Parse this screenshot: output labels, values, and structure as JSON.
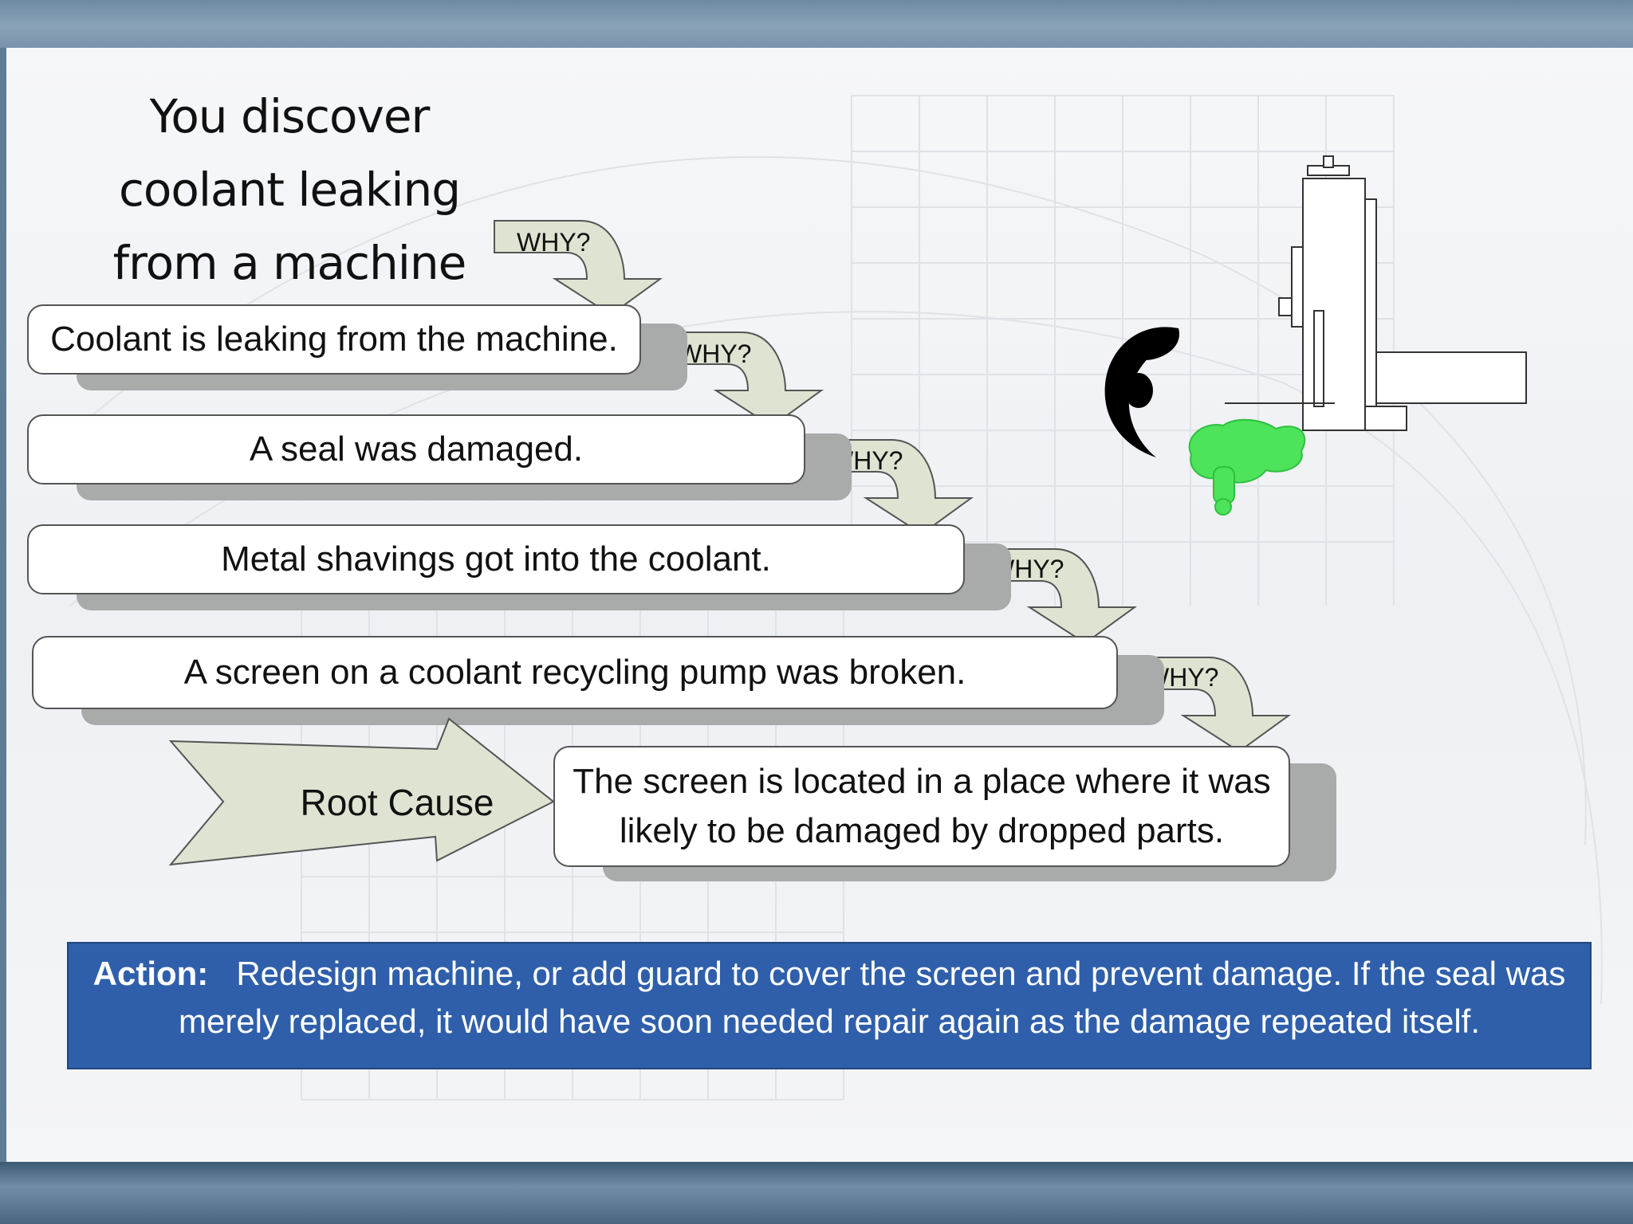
{
  "title": "You discover\ncoolant leaking\nfrom a machine",
  "why_label": "WHY?",
  "steps": [
    "Coolant is leaking from the machine.",
    "A seal was damaged.",
    "Metal shavings got into the coolant.",
    "A screen on a coolant recycling pump was broken."
  ],
  "root_cause": {
    "label": "Root Cause",
    "text_line1": "The screen is located in a place where it was",
    "text_line2": "likely to be damaged by dropped parts."
  },
  "action": {
    "label": "Action:",
    "text": "Redesign machine, or add guard to cover the screen and prevent damage.  If the seal was merely replaced, it would have soon needed repair again as the damage repeated itself."
  },
  "colors": {
    "arrow_fill": "#dfe3d1",
    "action_bg": "#2f5faa",
    "coolant": "#4de35a"
  }
}
